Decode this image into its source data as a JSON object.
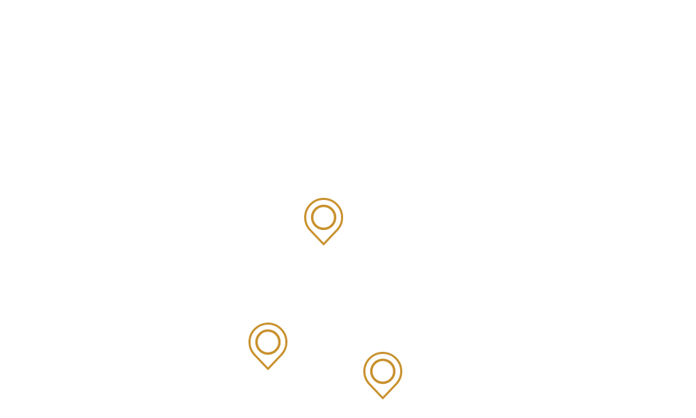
{
  "map": {
    "background_color": "#ffffff",
    "marker_color": "#C8912E",
    "marker_icon": "map-pin-icon",
    "markers": [
      {
        "id": "marker-1"
      },
      {
        "id": "marker-2"
      },
      {
        "id": "marker-3"
      }
    ]
  }
}
